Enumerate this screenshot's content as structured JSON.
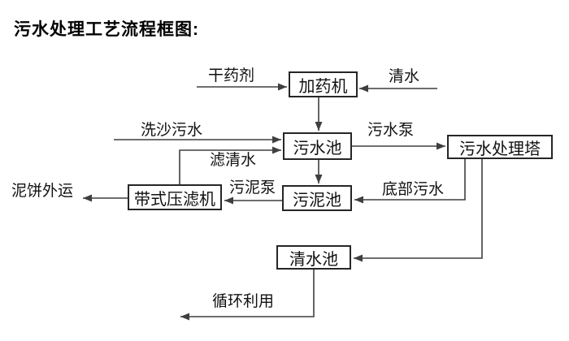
{
  "title": "污水处理工艺流程框图:",
  "nodes": {
    "dosing_machine": {
      "label": "加药机"
    },
    "sewage_pool": {
      "label": "污水池"
    },
    "treatment_tower": {
      "label": "污水处理塔"
    },
    "belt_filter_press": {
      "label": "带式压滤机"
    },
    "sludge_pool": {
      "label": "污泥池"
    },
    "clear_water_pool": {
      "label": "清水池"
    }
  },
  "flow_labels": {
    "dry_chemical": "干药剂",
    "clear_water": "清水",
    "sand_washing_sewage": "洗沙污水",
    "filtered_water": "滤清水",
    "sewage_pump": "污水泵",
    "bottom_sewage": "底部污水",
    "sludge_pump": "污泥泵",
    "mud_cake_outbound": "泥饼外运",
    "recycling": "循环利用"
  },
  "edges": [
    {
      "from": "外部",
      "to": "加药机",
      "label": "干药剂"
    },
    {
      "from": "外部",
      "to": "加药机",
      "label": "清水"
    },
    {
      "from": "加药机",
      "to": "污水池",
      "label": ""
    },
    {
      "from": "外部",
      "to": "污水池",
      "label": "洗沙污水"
    },
    {
      "from": "带式压滤机",
      "to": "污水池",
      "label": "滤清水"
    },
    {
      "from": "污水池",
      "to": "污水处理塔",
      "label": "污水泵"
    },
    {
      "from": "污水池",
      "to": "污泥池",
      "label": ""
    },
    {
      "from": "污水处理塔",
      "to": "污泥池",
      "label": "底部污水"
    },
    {
      "from": "污泥池",
      "to": "带式压滤机",
      "label": "污泥泵"
    },
    {
      "from": "带式压滤机",
      "to": "外部",
      "label": "泥饼外运"
    },
    {
      "from": "污水处理塔",
      "to": "清水池",
      "label": ""
    },
    {
      "from": "清水池",
      "to": "外部",
      "label": "循环利用"
    }
  ],
  "colors": {
    "background": "#ffffff",
    "line": "#3f3f3f",
    "box_border": "#262626",
    "text": "#111111",
    "title_text": "#000000"
  }
}
